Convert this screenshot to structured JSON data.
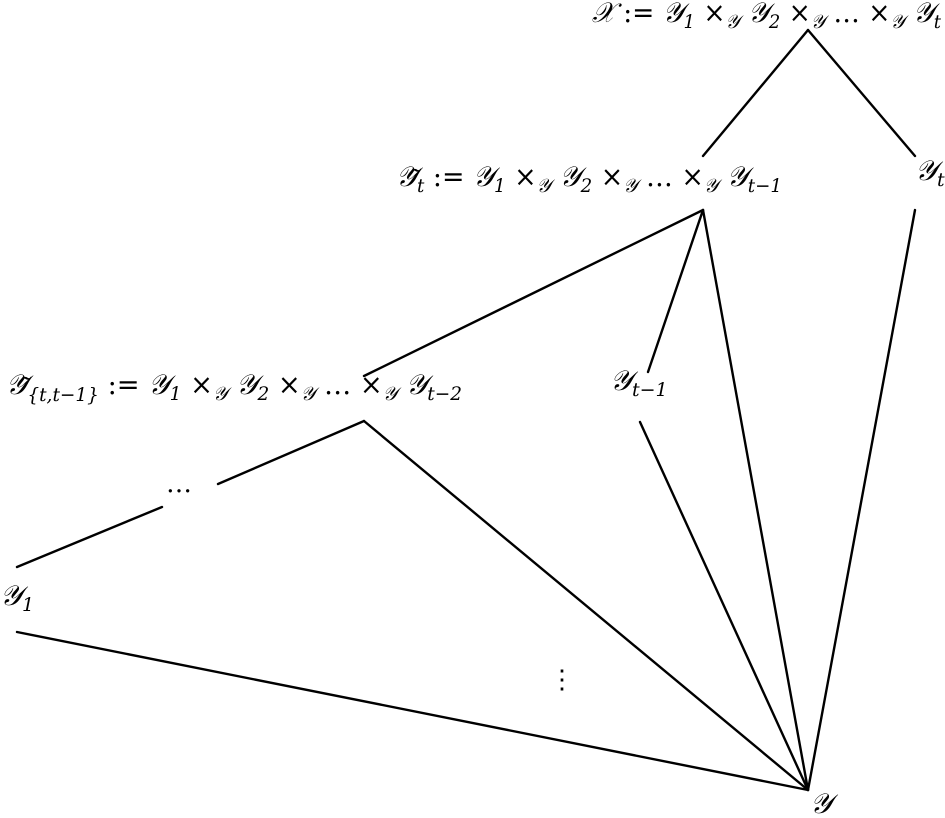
{
  "nodes": {
    "root": {
      "lhs_symbol": "𝒳",
      "assign": " := ",
      "factor_symbol": "𝒴",
      "factors": [
        "1",
        "2",
        "t"
      ],
      "product_symbol": "×",
      "product_subscript": "𝒴",
      "ellipsis": "…"
    },
    "tilde_t": {
      "lhs_symbol": "𝒴̃",
      "lhs_subscript": "t",
      "assign": " := ",
      "factor_symbol": "𝒴",
      "factors": [
        "1",
        "2",
        "t−1"
      ],
      "product_symbol": "×",
      "product_subscript": "𝒴",
      "ellipsis": "…"
    },
    "tilde_t_t1": {
      "lhs_symbol": "𝒴̃",
      "lhs_subscript": "{t,t−1}",
      "assign": " := ",
      "factor_symbol": "𝒴",
      "factors": [
        "1",
        "2",
        "t−2"
      ],
      "product_symbol": "×",
      "product_subscript": "𝒴",
      "ellipsis": "…"
    },
    "y_t": {
      "symbol": "𝒴",
      "subscript": "t"
    },
    "y_t1": {
      "symbol": "𝒴",
      "subscript": "t−1"
    },
    "y_1": {
      "symbol": "𝒴",
      "subscript": "1"
    },
    "y_base": {
      "symbol": "𝒴"
    }
  },
  "ellipsis_horizontal": "…",
  "ellipsis_vertical": "⋮"
}
